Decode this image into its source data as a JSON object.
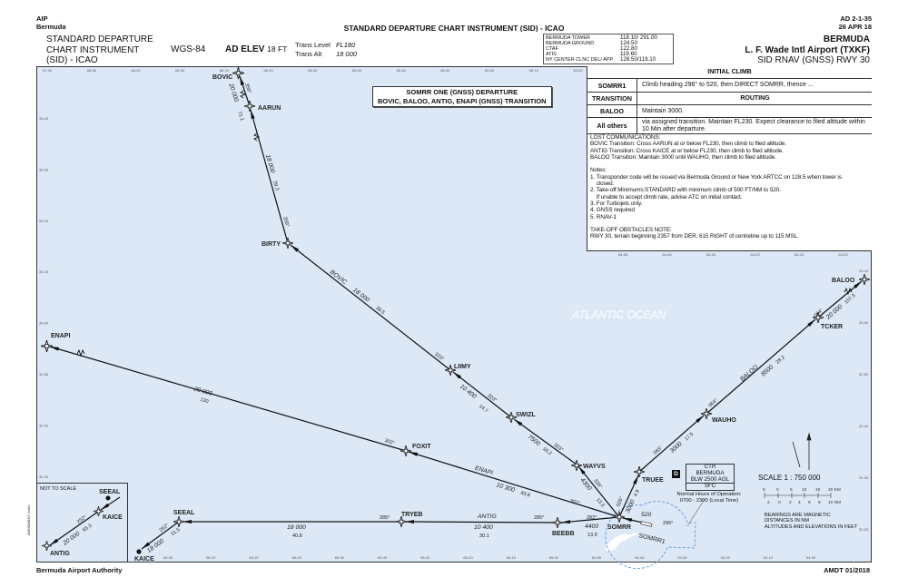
{
  "header": {
    "left_line1": "AIP",
    "left_line2": "Bermuda",
    "center_title": "STANDARD DEPARTURE CHART INSTRUMENT (SID) - ICAO",
    "right_line1": "AD 2-1-35",
    "right_line2": "26 APR 18"
  },
  "title_block": {
    "chart_type_l1": "STANDARD DEPARTURE",
    "chart_type_l2": "CHART INSTRUMENT",
    "chart_type_l3": "(SID) - ICAO",
    "datum": "WGS-84",
    "ad_elev_label": "AD ELEV",
    "ad_elev_value": "18 FT",
    "trans_level_label": "Trans Level",
    "trans_level_value": "FL180",
    "trans_alt_label": "Trans Alt",
    "trans_alt_value": "18 000",
    "frequencies": [
      {
        "name": "BERMUDA TOWER",
        "value": "118.10/ 291.00"
      },
      {
        "name": "BERMUDA GROUND",
        "value": "124.50"
      },
      {
        "name": "CTAF",
        "value": "122.80"
      },
      {
        "name": "ATIS",
        "value": "119.60"
      },
      {
        "name": "NY CENTER CLNC DEL/ APP",
        "value": "128.50/119.10"
      }
    ],
    "airport_region": "BERMUDA",
    "airport_name": "L. F. Wade Intl Airport (TXKF)",
    "procedure": "SID RNAV (GNSS) RWY 30"
  },
  "panel": {
    "initial_climb_header": "INITIAL CLIMB",
    "somrr1_label": "SOMRR1",
    "somrr1_text": "Climb heading 296° to 520, then DIRECT SOMRR, thence ...",
    "transition_header": "TRANSITION",
    "routing_header": "ROUTING",
    "baloo_label": "BALOO",
    "baloo_text": "Maintain 3000.",
    "others_label": "All others",
    "others_text": "via assigned transition. Maintain FL230. Expect clearance to filed altitude within 10 Min after departure.",
    "notes": "LOST COMMUNICATIONS:\nBOVIC Transition: Cross AARUN at or below FL230, then climb to filed altitude.\nANTIG Transition: Cross KAICE at or below FL230, then climb to filed altitude.\nBALOO Transition: Maintain 3000 until WAUHO, then climb to filed altitude.\n\nNotes:\n1. Transponder code will be issued via Bermuda Ground or New York ARTCC on 128.5 when tower is\n    closed.\n2. Take-off Minimums:STANDARD with minimum climb of 500 FT/NM to 520.\n    If unable to accept climb rate, advise ATC on initial contact.\n3. For Turbojets only.\n4. GNSS required\n5. RNAV-1\n\nTAKE-OFF OBSTACLES NOTE:\nRWY 30, terrain beginning 2357 from DER, 615 RIGHT of centreline up to 115 MSL."
  },
  "map": {
    "route_title_l1": "SOMRR ONE (GNSS) DEPARTURE",
    "route_title_l2": "BOVIC, BALOO, ANTIG, ENAPI (GNSS) TRANSITION",
    "ocean_label": "ATLANTIC OCEAN",
    "waypoints": {
      "bovic": "BOVIC",
      "aarun": "AARUN",
      "birty": "BIRTY",
      "liimy": "LIIMY",
      "swizl": "SWIZL",
      "wayvs": "WAYVS",
      "foxit": "FOXIT",
      "enapi": "ENAPI",
      "truee": "TRUEE",
      "somrr": "SOMRR",
      "beebb": "BEEBB",
      "tryeb": "TRYEB",
      "seeal": "SEEAL",
      "kaice": "KAICE",
      "wauho": "WAUHO",
      "tcker": "TCKER",
      "baloo": "BALOO",
      "antig": "ANTIG"
    },
    "legs": {
      "aarun_bovic": {
        "course": "359°",
        "alt": "20 000",
        "dist": "71.1"
      },
      "birty_aarun": {
        "course": "359°",
        "alt": "18 000",
        "dist": "29.3"
      },
      "liimy_birty": {
        "name": "BOVIC",
        "course": "323°",
        "alt": "18 000",
        "dist": "38.5"
      },
      "swizl_liimy": {
        "course": "323°",
        "alt": "10 400",
        "dist": "14.7"
      },
      "wayvs_swizl": {
        "course": "323°",
        "alt": "7500",
        "dist": "16.2"
      },
      "somrr_wayvs": {
        "course": "326°",
        "alt": "4300",
        "dist": "13.3"
      },
      "somrr_foxit": {
        "name": "ENAPI",
        "course": "302°",
        "alt": "10 300",
        "dist": "43.8"
      },
      "foxit_enapi": {
        "alt": "20 000",
        "dist": "130"
      },
      "somrr_beebb": {
        "course": "282°",
        "alt": "4400",
        "dist": "13.9"
      },
      "beebb_tryeb": {
        "name": "ANTIG",
        "course": "285°",
        "alt": "10 400",
        "dist": "30.1"
      },
      "tryeb_seeal": {
        "course": "285°",
        "alt": "18 000",
        "dist": "40.8"
      },
      "seeal_kaice": {
        "course": "252°",
        "alt": "18 000",
        "dist": "31.5"
      },
      "somrr_truee": {
        "course": "026°",
        "alt": "3000",
        "dist": "4.9"
      },
      "truee_wauho": {
        "course": "065°",
        "alt": "3000",
        "dist": "17.5"
      },
      "wauho_tcker": {
        "name": "BALOO",
        "course": "064°",
        "alt": "8500",
        "dist": "28.2"
      },
      "tcker_baloo": {
        "course": "064°",
        "alt": "20 000",
        "dist": "107.3"
      },
      "departure": {
        "course": "296°",
        "alt": "520",
        "name": "SOMRR1"
      },
      "inset_kaice_antig": {
        "course": "252°",
        "alt": "20 000",
        "dist": "65.3"
      }
    },
    "inset_label": "NOT TO SCALE",
    "ctr": {
      "l1": "CTR",
      "l2": "BERMUDA",
      "l3": "BLW 2500 AGL",
      "l4": "SFC",
      "class": "D",
      "hours_l1": "Normal Hours of Operation:",
      "hours_l2": "0700 - 2300 (Local Time)"
    },
    "scale": {
      "title": "SCALE 1 : 750 000",
      "km": [
        "5",
        "0",
        "5",
        "10",
        "15",
        "20 KM"
      ],
      "nm": [
        "2",
        "0",
        "2",
        "4",
        "6",
        "8",
        "10 NM"
      ]
    },
    "bearing_note": [
      "BEARINGS ARE MAGNETIC",
      "DISTANCES IN NM",
      "ALTITUDES AND ELEVATIONS IN FEET"
    ],
    "ticks_top": [
      "67-00",
      "66-50",
      "66-40",
      "66-30",
      "66-20",
      "66-10",
      "66-00",
      "65-50",
      "65-40",
      "65-30",
      "65-20",
      "65-10",
      "65-00"
    ],
    "ticks_top_right": [
      "64-50",
      "64-40",
      "64-30",
      "64-20",
      "64-10",
      "64-00"
    ],
    "ticks_bottom": [
      "66-30",
      "66-20",
      "66-10",
      "66-00",
      "65-50",
      "65-40",
      "65-30",
      "65-20",
      "65-10",
      "65-00",
      "64-50",
      "64-40",
      "64-30",
      "64-20",
      "64-10",
      "64-00"
    ],
    "ticks_left": [
      "33-40",
      "33-30",
      "33-20",
      "33-10",
      "33-00",
      "32-50",
      "32-40",
      "32-30"
    ],
    "ticks_right": [
      "33-10",
      "33-00",
      "32-50",
      "32-40",
      "32-30",
      "32-20"
    ],
    "amendment": "AMENDMENT: Notes"
  },
  "footer": {
    "left": "Bermuda Airport Authority",
    "right": "AMDT 01/2018"
  },
  "colors": {
    "water": "#dce8f6",
    "route": "#111111",
    "ctr_boundary": "#4a90d9"
  }
}
